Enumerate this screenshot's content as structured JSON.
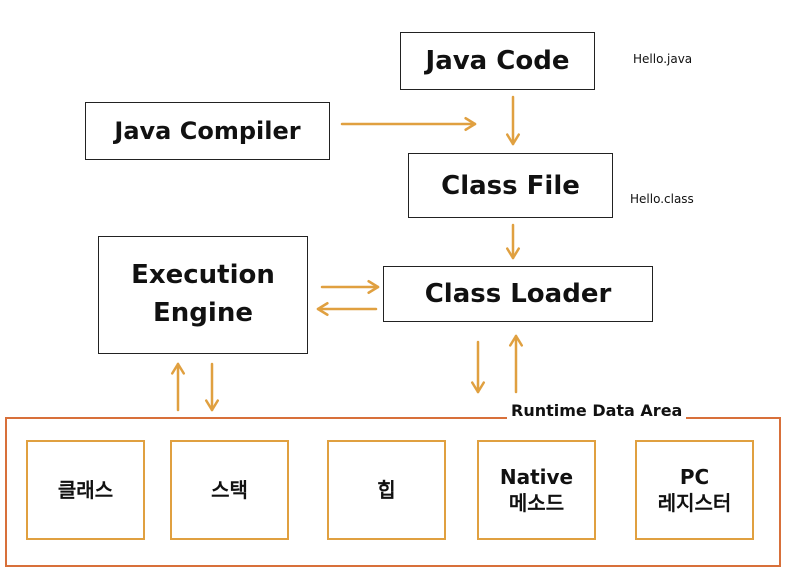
{
  "colors": {
    "arrow": "#e0a040",
    "runtime_border": "#d8703a",
    "memory_border": "#e0a040",
    "box_border": "#222222"
  },
  "boxes": {
    "java_code": "Java Code",
    "java_compiler": "Java Compiler",
    "class_file": "Class File",
    "execution_engine_line1": "Execution",
    "execution_engine_line2": "Engine",
    "class_loader": "Class Loader"
  },
  "notes": {
    "hello_java": "Hello.java",
    "hello_class": "Hello.class"
  },
  "runtime": {
    "label": "Runtime Data Area",
    "areas": {
      "class_area": "클래스",
      "stack": "스택",
      "heap": "힙",
      "native_line1": "Native",
      "native_line2": "메소드",
      "pc_line1": "PC",
      "pc_line2": "레지스터"
    }
  }
}
